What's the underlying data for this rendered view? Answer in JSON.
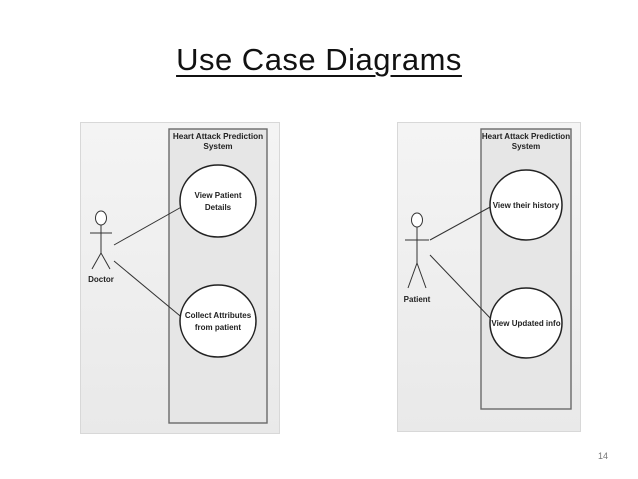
{
  "slide": {
    "title": "Use Case Diagrams",
    "page_number": "14"
  },
  "diagrams": [
    {
      "system_title_line1": "Heart Attack Prediction",
      "system_title_line2": "System",
      "actor": "Doctor",
      "use_cases": [
        {
          "line1": "View Patient",
          "line2": "Details"
        },
        {
          "line1": "Collect Attributes",
          "line2": "from patient"
        }
      ]
    },
    {
      "system_title_line1": "Heart Attack Prediction",
      "system_title_line2": "System",
      "actor": "Patient",
      "use_cases": [
        {
          "line1": "View their history",
          "line2": ""
        },
        {
          "line1": "View Updated info",
          "line2": ""
        }
      ]
    }
  ],
  "colors": {
    "background": "#ffffff",
    "panel": "#efefef",
    "system_box": "#e4e4e4",
    "ellipse": "#ffffff",
    "line": "#333333"
  }
}
